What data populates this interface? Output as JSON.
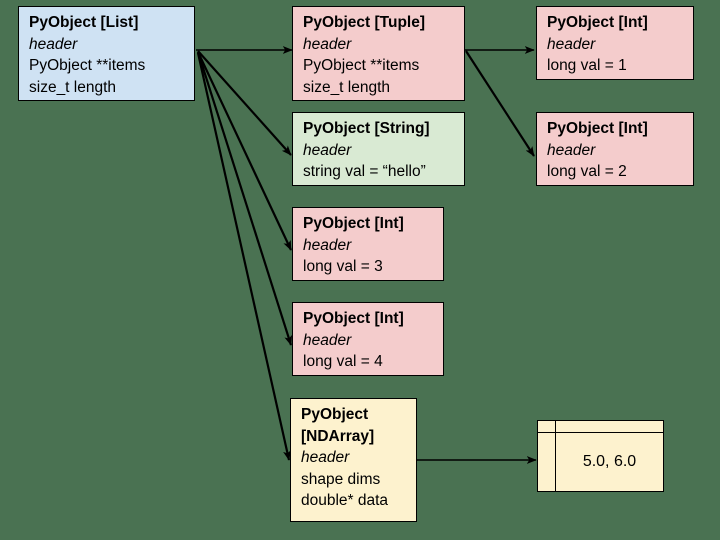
{
  "diagram": {
    "title": "CPython object memory layout diagram",
    "background_color": "#4a7252",
    "colors": {
      "list": "#cfe2f3",
      "tuple": "#f4cccc",
      "int": "#f4cccc",
      "string": "#d9ead3",
      "ndarray": "#fdf2ce",
      "buffer": "#fdf2ce",
      "stroke": "#000000"
    }
  },
  "nodes": {
    "list": {
      "title": "PyObject [List]",
      "header": "header",
      "field1": "PyObject **items",
      "field2": "size_t length"
    },
    "tuple": {
      "title": "PyObject [Tuple]",
      "header": "header",
      "field1": "PyObject **items",
      "field2": "size_t length"
    },
    "int1": {
      "title": "PyObject [Int]",
      "header": "header",
      "field1": "long val = 1"
    },
    "int2": {
      "title": "PyObject [Int]",
      "header": "header",
      "field1": "long val = 2"
    },
    "string": {
      "title": "PyObject [String]",
      "header": "header",
      "field1": "string val = “hello”"
    },
    "int3": {
      "title": "PyObject [Int]",
      "header": "header",
      "field1": "long val = 3"
    },
    "int4": {
      "title": "PyObject [Int]",
      "header": "header",
      "field1": "long val = 4"
    },
    "ndarray": {
      "title_line1": "PyObject",
      "title_line2": "[NDArray]",
      "header": "header",
      "field1": "shape dims",
      "field2": "double* data"
    },
    "buffer": {
      "value": "5.0, 6.0"
    }
  },
  "edges": [
    {
      "name": "list-to-tuple",
      "from": "list",
      "to": "tuple"
    },
    {
      "name": "list-to-string",
      "from": "list",
      "to": "string"
    },
    {
      "name": "list-to-int3",
      "from": "list",
      "to": "int3"
    },
    {
      "name": "list-to-int4",
      "from": "list",
      "to": "int4"
    },
    {
      "name": "list-to-ndarray",
      "from": "list",
      "to": "ndarray"
    },
    {
      "name": "tuple-to-int1",
      "from": "tuple",
      "to": "int1"
    },
    {
      "name": "tuple-to-int2",
      "from": "tuple",
      "to": "int2"
    },
    {
      "name": "ndarray-to-buffer",
      "from": "ndarray",
      "to": "buffer"
    }
  ]
}
